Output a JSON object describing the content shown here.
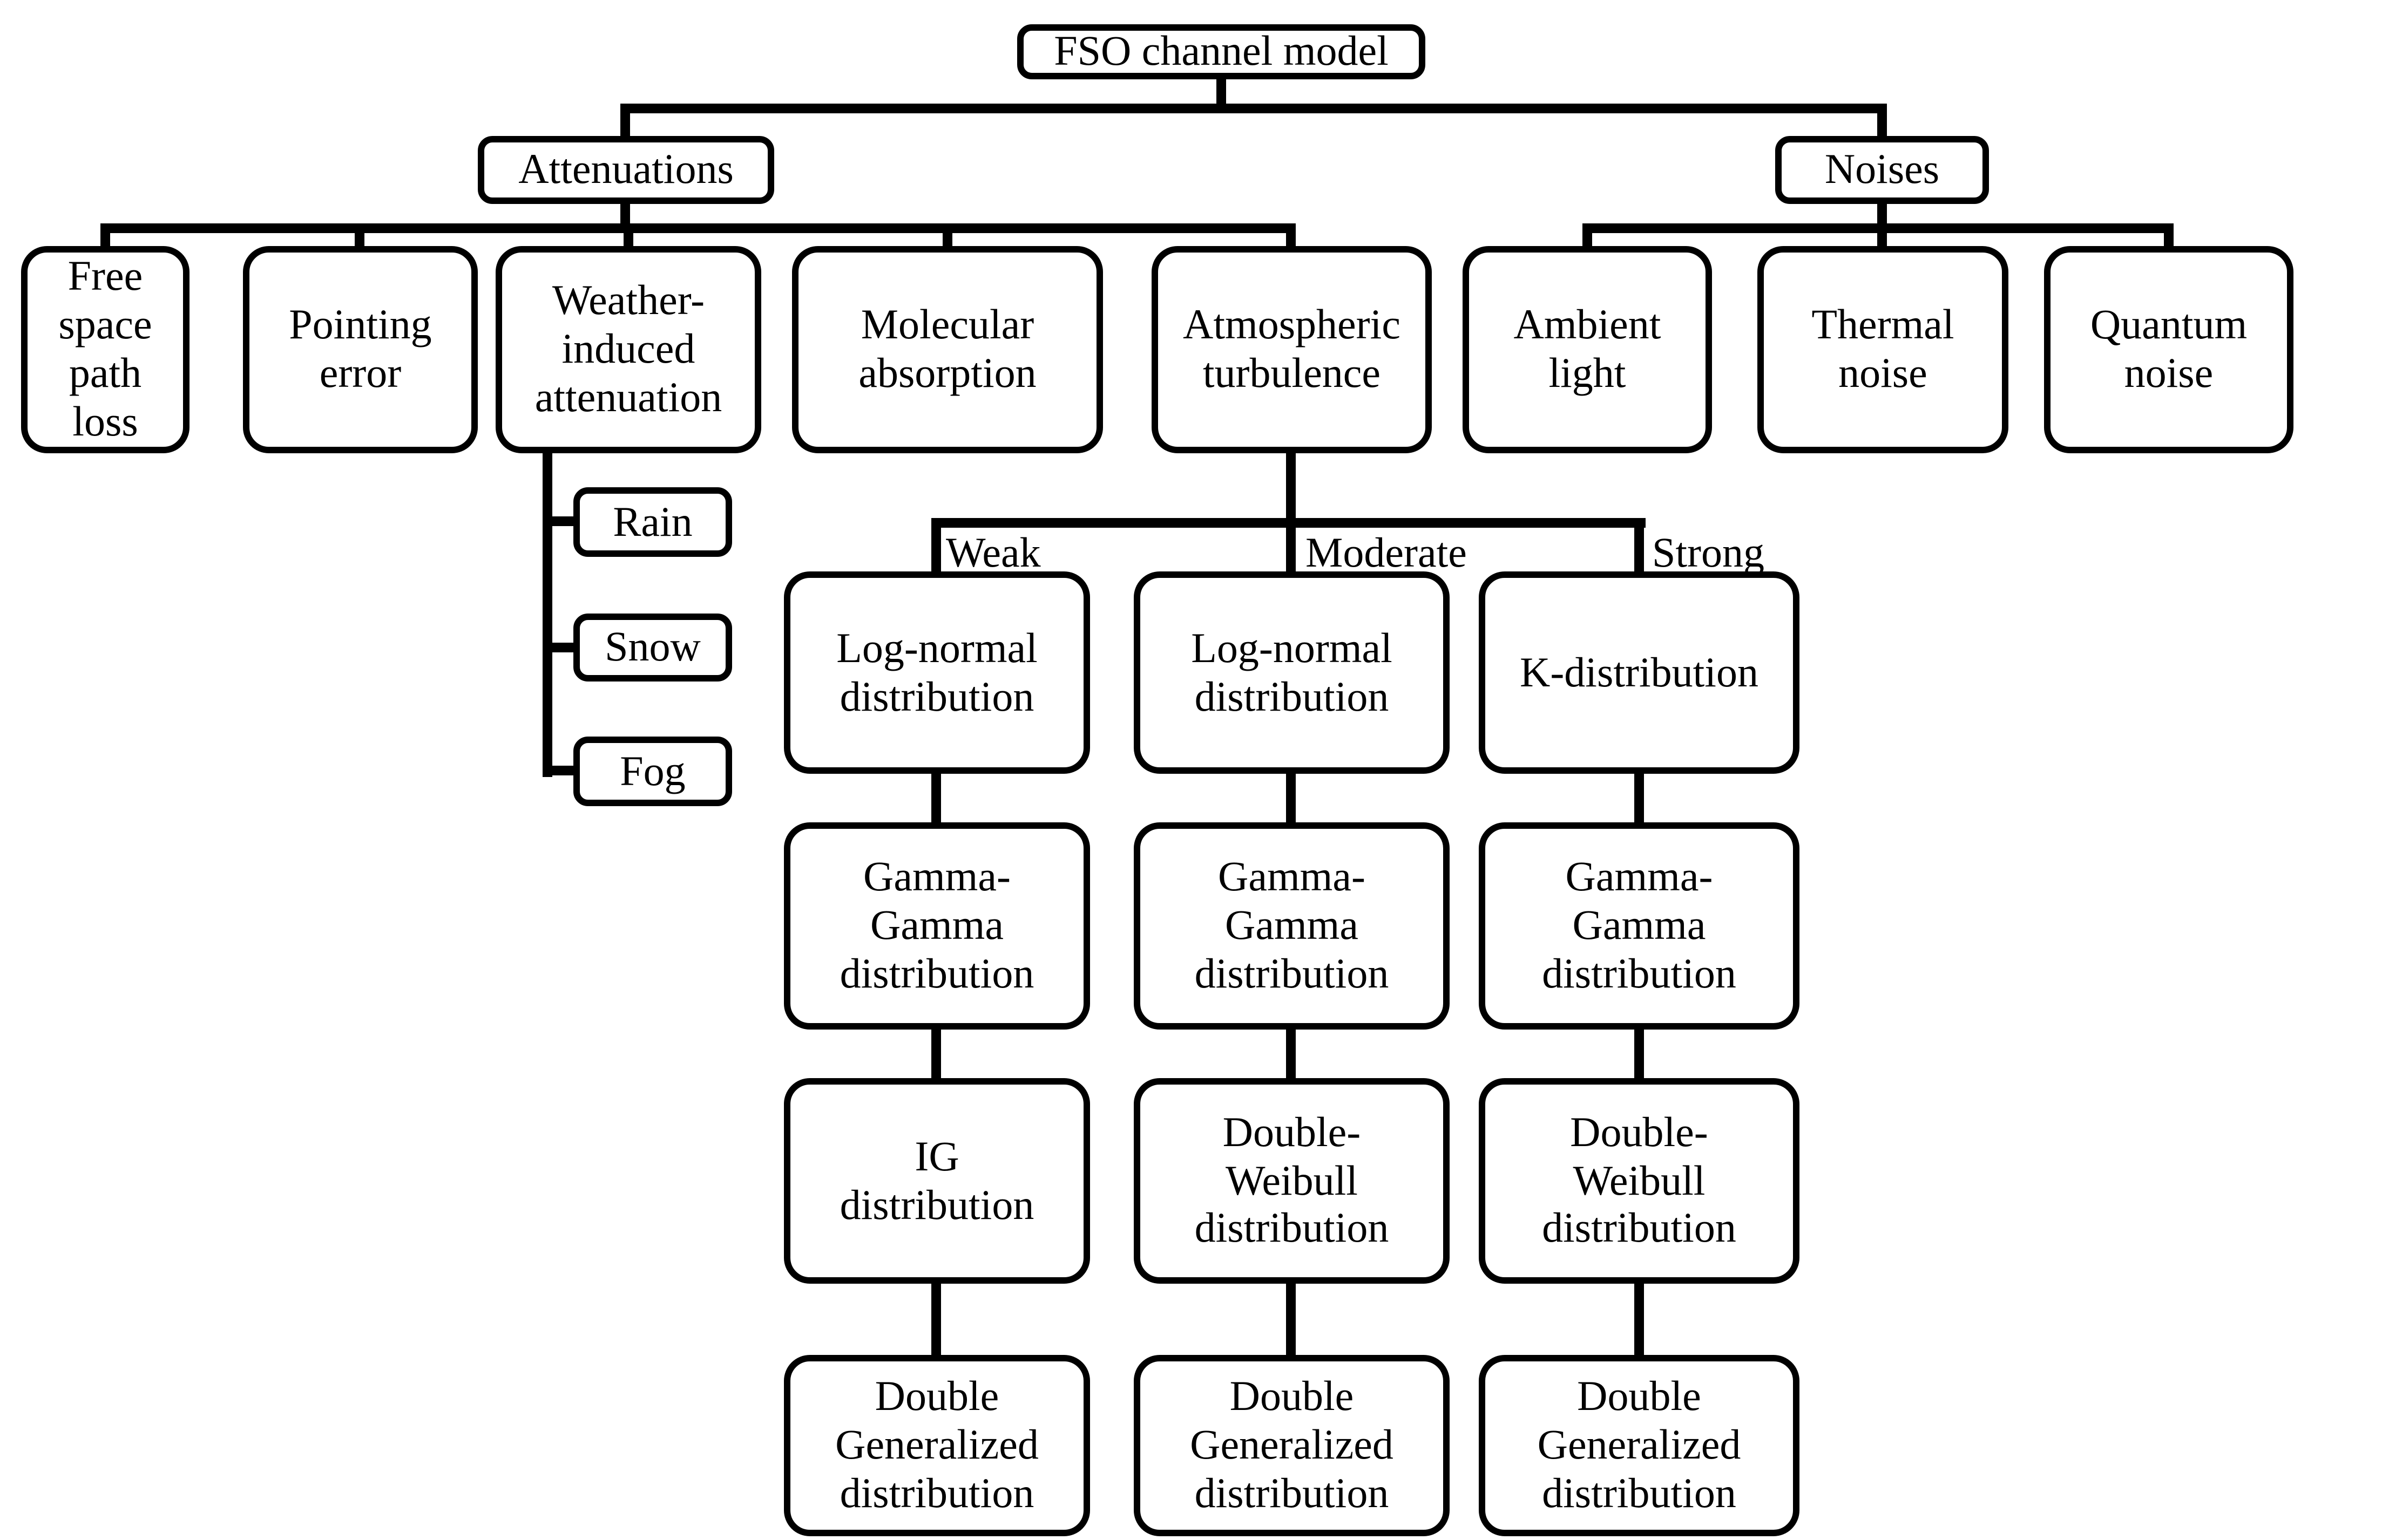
{
  "figure": {
    "type": "tree-diagram",
    "title": "FSO channel model"
  },
  "colors": {
    "line": "#000000",
    "background": "#ffffff",
    "box_fill": "#ffffff",
    "text": "#000000"
  },
  "nodes": {
    "fso": "FSO channel model",
    "attenuations": "Attenuations",
    "noises": "Noises",
    "free_space_path_loss": "Free\nspace\npath\nloss",
    "pointing_error": "Pointing\nerror",
    "weather_induced": "Weather-\ninduced\nattenuation",
    "molecular_absorption": "Molecular\nabsorption",
    "atmospheric_turbulence": "Atmospheric\nturbulence",
    "ambient_light": "Ambient\nlight",
    "thermal_noise": "Thermal\nnoise",
    "quantum_noise": "Quantum\nnoise",
    "rain": "Rain",
    "snow": "Snow",
    "fog": "Fog",
    "weak_label": "Weak",
    "moderate_label": "Moderate",
    "strong_label": "Strong",
    "weak_1": "Log-normal\ndistribution",
    "weak_2": "Gamma-\nGamma\ndistribution",
    "weak_3": "IG\ndistribution",
    "weak_4": "Double\nGeneralized\ndistribution",
    "moderate_1": "Log-normal\ndistribution",
    "moderate_2": "Gamma-\nGamma\ndistribution",
    "moderate_3": "Double-\nWeibull\ndistribution",
    "moderate_4": "Double\nGeneralized\ndistribution",
    "strong_1": "K-distribution",
    "strong_2": "Gamma-\nGamma\ndistribution",
    "strong_3": "Double-\nWeibull\ndistribution",
    "strong_4": "Double\nGeneralized\ndistribution"
  }
}
